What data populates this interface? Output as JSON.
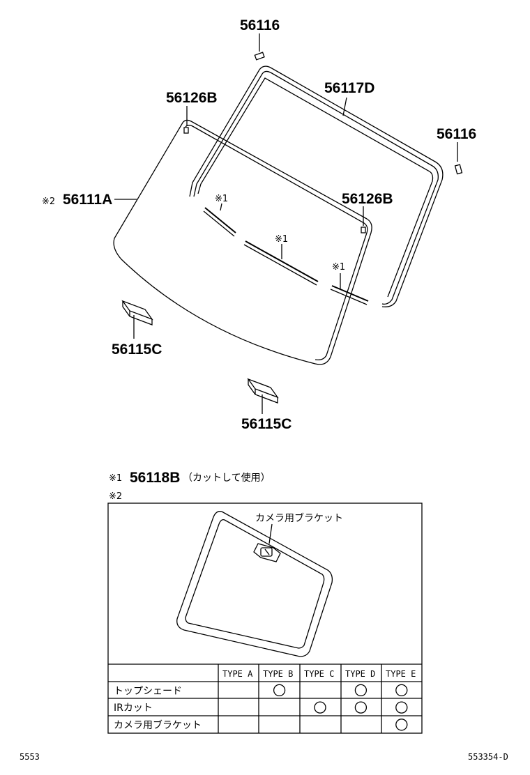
{
  "parts": {
    "clip_top": "56116",
    "molding": "56117D",
    "clip_right": "56116",
    "stopper_left": "56126B",
    "stopper_right": "56126B",
    "glass_mark": "※2",
    "glass": "56111A",
    "dam_mark_1": "※1",
    "dam_mark_2": "※1",
    "dam_mark_3": "※1",
    "spacer_left": "56115C",
    "spacer_bottom": "56115C"
  },
  "note1": {
    "mark": "※1",
    "part": "56118B",
    "text": "（カットして使用）"
  },
  "note2": {
    "mark": "※2",
    "bracket_label": "カメラ用ブラケット",
    "table": {
      "headers": [
        "TYPE A",
        "TYPE B",
        "TYPE C",
        "TYPE D",
        "TYPE E"
      ],
      "rows": [
        {
          "label": "トップシェード",
          "marks": [
            false,
            true,
            false,
            true,
            true
          ]
        },
        {
          "label": "IRカット",
          "marks": [
            false,
            false,
            true,
            true,
            true
          ]
        },
        {
          "label": "カメラ用ブラケット",
          "marks": [
            false,
            false,
            false,
            false,
            true
          ]
        }
      ]
    }
  },
  "footer": {
    "left": "5553",
    "right": "553354-D"
  }
}
